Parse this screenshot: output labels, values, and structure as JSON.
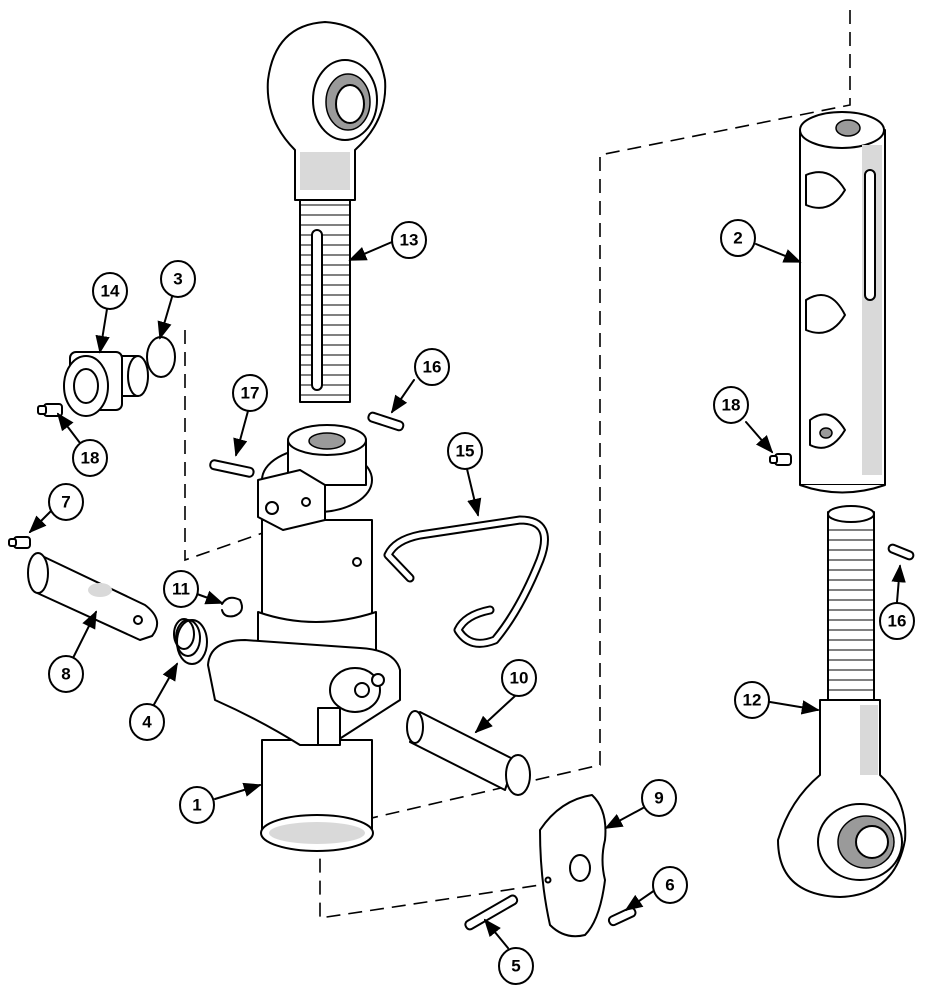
{
  "diagram": {
    "callouts": [
      {
        "label": "1"
      },
      {
        "label": "2"
      },
      {
        "label": "3"
      },
      {
        "label": "4"
      },
      {
        "label": "5"
      },
      {
        "label": "6"
      },
      {
        "label": "7"
      },
      {
        "label": "8"
      },
      {
        "label": "9"
      },
      {
        "label": "10"
      },
      {
        "label": "11"
      },
      {
        "label": "12"
      },
      {
        "label": "13"
      },
      {
        "label": "14"
      },
      {
        "label": "15"
      },
      {
        "label": "16"
      },
      {
        "label": "16"
      },
      {
        "label": "17"
      },
      {
        "label": "18"
      },
      {
        "label": "18"
      }
    ]
  }
}
